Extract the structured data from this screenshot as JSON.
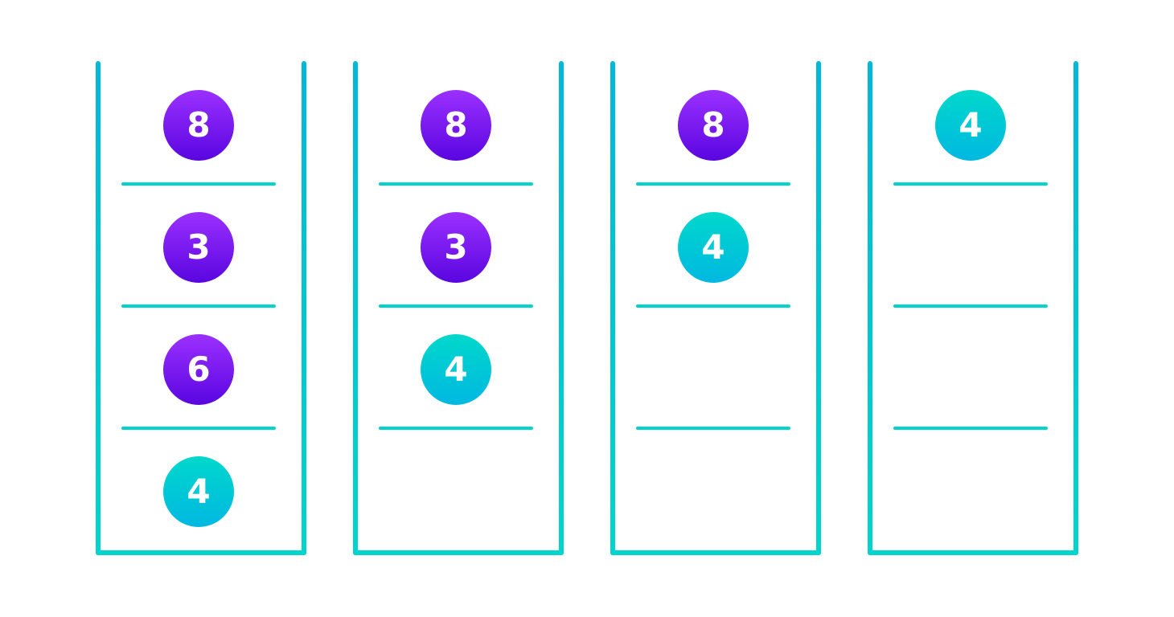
{
  "colors": {
    "frame_top": "#00b8d9",
    "frame_bottom": "#00d4cc",
    "divider": "#00d4d0",
    "primary_top": "#9b30ff",
    "primary_bottom": "#5a06e0",
    "secondary_top": "#00d8cc",
    "secondary_bottom": "#00b8e0"
  },
  "stacks": [
    {
      "items": [
        {
          "label": "8",
          "style": "primary"
        },
        {
          "label": "3",
          "style": "primary"
        },
        {
          "label": "6",
          "style": "primary"
        },
        {
          "label": "4",
          "style": "secondary"
        }
      ]
    },
    {
      "items": [
        {
          "label": "8",
          "style": "primary"
        },
        {
          "label": "3",
          "style": "primary"
        },
        {
          "label": "4",
          "style": "secondary"
        },
        {
          "label": "",
          "style": "empty"
        }
      ]
    },
    {
      "items": [
        {
          "label": "8",
          "style": "primary"
        },
        {
          "label": "4",
          "style": "secondary"
        },
        {
          "label": "",
          "style": "empty"
        },
        {
          "label": "",
          "style": "empty"
        }
      ]
    },
    {
      "items": [
        {
          "label": "4",
          "style": "secondary"
        },
        {
          "label": "",
          "style": "empty"
        },
        {
          "label": "",
          "style": "empty"
        },
        {
          "label": "",
          "style": "empty"
        }
      ]
    }
  ]
}
